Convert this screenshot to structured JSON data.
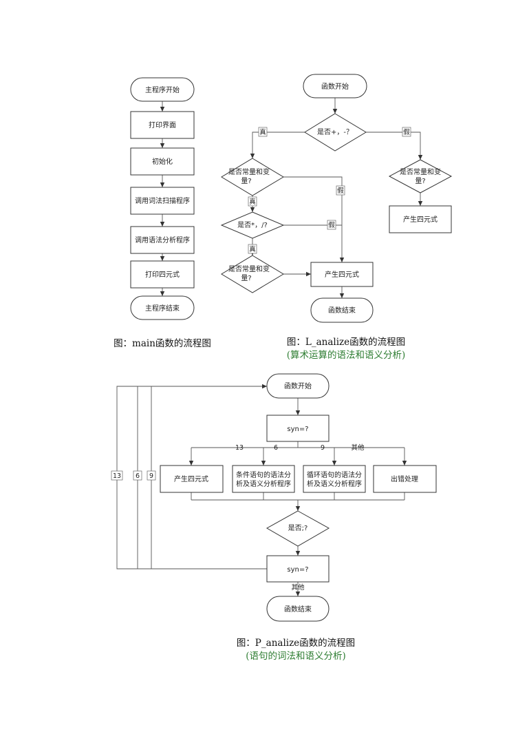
{
  "main_flow": {
    "start": "主程序开始",
    "print_ui": "打印界面",
    "init": "初始化",
    "call_lex": "调用词法扫描程序",
    "call_syn": "调用语法分析程序",
    "print_quad": "打印四元式",
    "end": "主程序结束",
    "caption": "图：main函数的流程图"
  },
  "l_flow": {
    "start": "函数开始",
    "d_plus_minus": "是否+，-？",
    "true_label": "真",
    "false_label": "假",
    "d_left_const": [
      "是否常量和变",
      "量?"
    ],
    "d_mul_div": "是否*，/?",
    "d_bottom_const": [
      "是否常量和变",
      "量?"
    ],
    "d_right_const": [
      "是否常量和变",
      "量?"
    ],
    "quad_right": "产生四元式",
    "quad_main": "产生四元式",
    "end": "函数结束",
    "caption": "图：L_analize函数的流程图",
    "subcaption": "(算术运算的语法和语义分析)"
  },
  "p_flow": {
    "start": "函数开始",
    "switch": "syn=?",
    "branch_13": "13",
    "branch_6": "6",
    "branch_9": "9",
    "branch_other": "其他",
    "gen_quad": "产生四元式",
    "cond_box": [
      "条件语句的语法分",
      "析及语义分析程序"
    ],
    "loop_box": [
      "循环语句的语法分",
      "析及语义分析程序"
    ],
    "error_box": "出错处理",
    "d_semicolon": "是否;?",
    "switch2": "syn=?",
    "loop_13": "13",
    "loop_6": "6",
    "loop_9": "9",
    "other_label": "其他",
    "end": "函数结束",
    "caption": "图：P_analize函数的流程图",
    "subcaption": "(语句的词法和语义分析)"
  }
}
